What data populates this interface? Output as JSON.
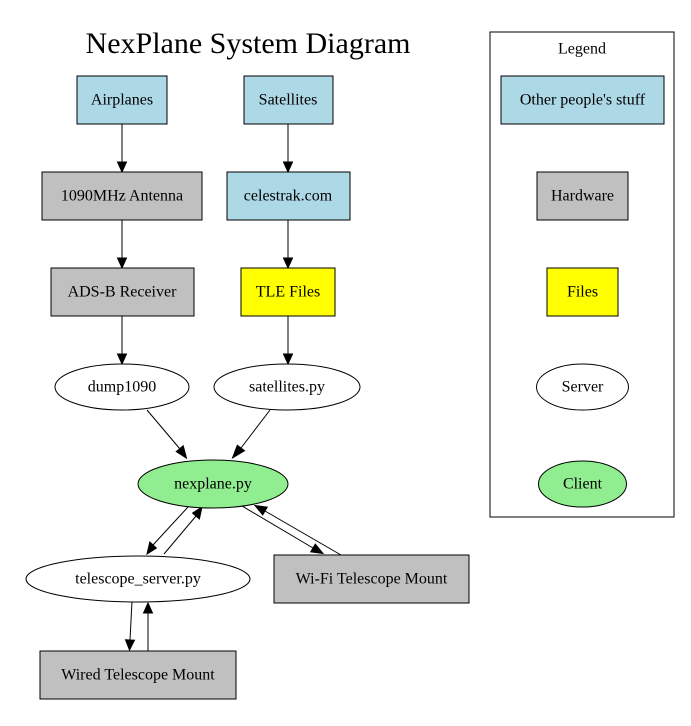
{
  "title": "NexPlane System Diagram",
  "colors": {
    "other_peoples_stuff": "#add8e6",
    "hardware": "#c0c0c0",
    "files": "#ffff00",
    "server": "#ffffff",
    "client": "#90ee90"
  },
  "nodes": {
    "airplanes": "Airplanes",
    "satellites": "Satellites",
    "antenna": "1090MHz Antenna",
    "celestrak": "celestrak.com",
    "adsb_receiver": "ADS-B Receiver",
    "tle_files": "TLE Files",
    "dump1090": "dump1090",
    "satellites_py": "satellites.py",
    "nexplane_py": "nexplane.py",
    "telescope_server_py": "telescope_server.py",
    "wifi_mount": "Wi-Fi Telescope Mount",
    "wired_mount": "Wired Telescope Mount"
  },
  "legend": {
    "title": "Legend",
    "other_peoples_stuff": "Other people's stuff",
    "hardware": "Hardware",
    "files": "Files",
    "server": "Server",
    "client": "Client"
  },
  "edges": [
    [
      "airplanes",
      "antenna"
    ],
    [
      "antenna",
      "adsb_receiver"
    ],
    [
      "adsb_receiver",
      "dump1090"
    ],
    [
      "satellites",
      "celestrak"
    ],
    [
      "celestrak",
      "tle_files"
    ],
    [
      "tle_files",
      "satellites_py"
    ],
    [
      "dump1090",
      "nexplane_py"
    ],
    [
      "satellites_py",
      "nexplane_py"
    ],
    [
      "nexplane_py",
      "telescope_server_py"
    ],
    [
      "telescope_server_py",
      "nexplane_py"
    ],
    [
      "nexplane_py",
      "wifi_mount"
    ],
    [
      "wifi_mount",
      "nexplane_py"
    ],
    [
      "telescope_server_py",
      "wired_mount"
    ],
    [
      "wired_mount",
      "telescope_server_py"
    ]
  ]
}
